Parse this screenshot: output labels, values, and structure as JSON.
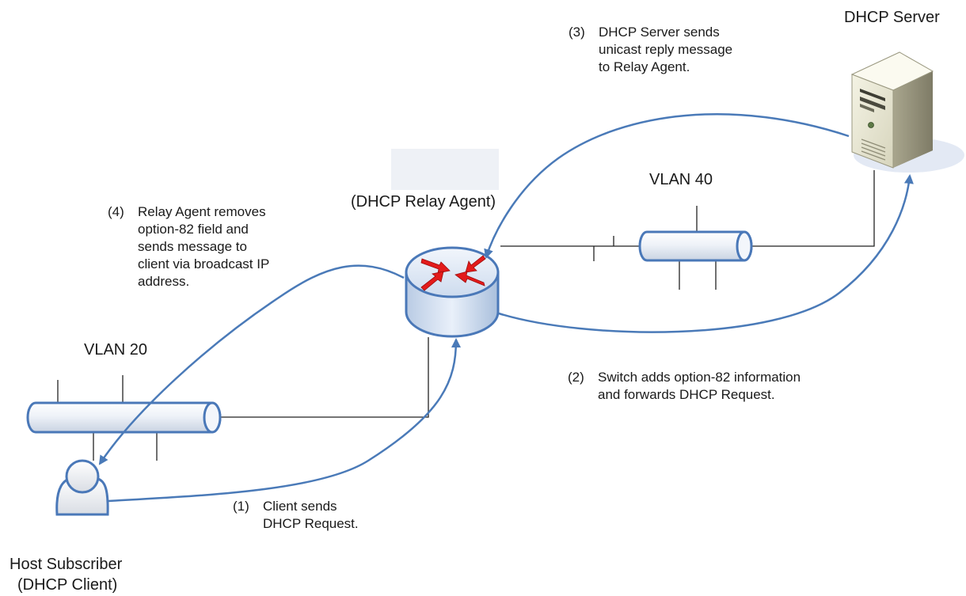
{
  "nodes": {
    "server": {
      "label": "DHCP Server",
      "icon": "server-tower-icon"
    },
    "relay": {
      "label": "(DHCP Relay Agent)",
      "icon": "router-icon"
    },
    "client": {
      "line1": "Host Subscriber",
      "line2": "(DHCP Client)",
      "icon": "user-icon"
    }
  },
  "vlans": {
    "vlan20": "VLAN 20",
    "vlan40": "VLAN 40"
  },
  "steps": [
    {
      "num": "(1)",
      "lines": [
        "Client sends",
        "DHCP Request."
      ]
    },
    {
      "num": "(2)",
      "lines": [
        "Switch adds option-82 information",
        "and forwards DHCP Request."
      ]
    },
    {
      "num": "(3)",
      "lines": [
        "DHCP Server sends",
        "unicast reply message",
        "to Relay Agent."
      ]
    },
    {
      "num": "(4)",
      "lines": [
        "Relay Agent removes",
        "option-82 field and",
        "sends message to",
        "client via broadcast IP",
        "address."
      ]
    }
  ],
  "colors": {
    "arrow": "#4a7ab8",
    "pipe_stroke": "#4a78b8",
    "router_arrows": "#e31b1b",
    "line": "#222222"
  }
}
